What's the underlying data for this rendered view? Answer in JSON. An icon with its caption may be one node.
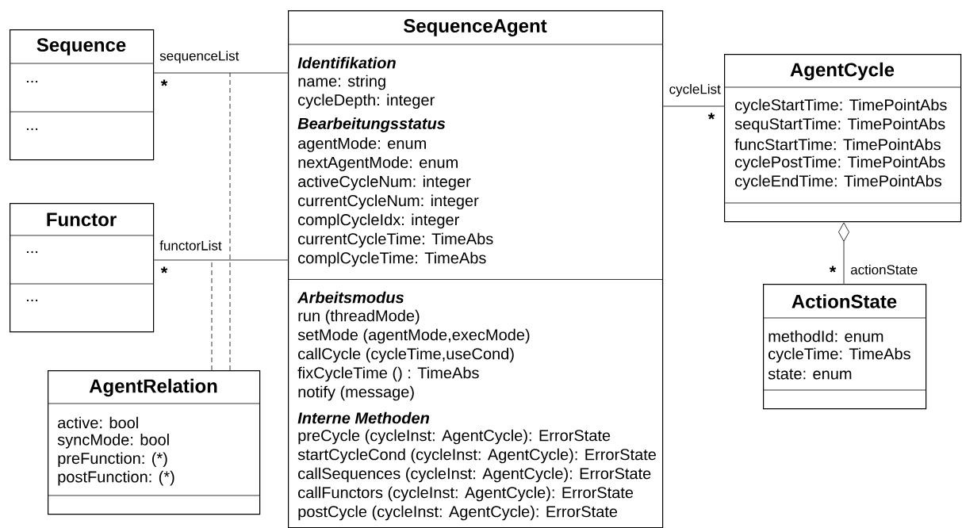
{
  "diagram": {
    "nodes": [
      {
        "text": [
          "Sequence",
          "...",
          "..."
        ]
      },
      {
        "text": [
          "Functor",
          "...",
          "..."
        ]
      },
      {
        "text": [
          "AgentRelation",
          "active: bool",
          "syncMode: bool",
          "preFunction: (*)",
          "postFunction: (*)"
        ]
      },
      {
        "text": [
          "SequenceAgent",
          "Identifikation",
          "name: string",
          "cycleDepth: integer",
          "Bearbeitungsstatus",
          "agentMode: enum",
          "nextAgentMode: enum",
          "activeCycleNum: integer",
          "currentCycleNum: integer",
          "complCycleIdx: integer",
          "currentCycleTime: TimeAbs",
          "complCycleTime: TimeAbs",
          "Arbeitsmodus",
          "run (threadMode)",
          "setMode (agentMode,execMode)",
          "callCycle (cycleTime,useCond)",
          "fixCycleTime () : TimeAbs",
          "notify (message)",
          "Interne Methoden",
          "preCycle (cycleInst: AgentCycle): ErrorState",
          "startCycleCond (cycleInst: AgentCycle): ErrorState",
          "callSequences (cycleInst: AgentCycle): ErrorState",
          "callFunctors (cycleInst: AgentCycle): ErrorState",
          "postCycle (cycleInst: AgentCycle): ErrorState"
        ]
      },
      {
        "text": [
          "AgentCycle",
          "cycleStartTime: TimePointAbs",
          "sequStartTime: TimePointAbs",
          "funcStartTime: TimePointAbs",
          "cyclePostTime: TimePointAbs",
          "cycleEndTime: TimePointAbs"
        ]
      },
      {
        "text": [
          "ActionState",
          "methodId: enum",
          "cycleTime: TimeAbs",
          "state: enum"
        ]
      }
    ],
    "edges": [
      {
        "from": 3,
        "to": 0,
        "arrow": "none",
        "label": "sequenceList"
      },
      {
        "from": 3,
        "to": 1,
        "arrow": "none",
        "label": "functorList"
      },
      {
        "from": 2,
        "to": null,
        "arrow": "none",
        "style": "dashed"
      },
      {
        "from": 2,
        "to": null,
        "arrow": "none",
        "style": "dashed"
      },
      {
        "from": 3,
        "to": 4,
        "arrow": "none",
        "label": "cycleList"
      },
      {
        "from": 4,
        "to": 5,
        "arrow": "other",
        "label": "actionState"
      }
    ],
    "labels": [
      "*",
      "*",
      "*",
      "*"
    ]
  }
}
